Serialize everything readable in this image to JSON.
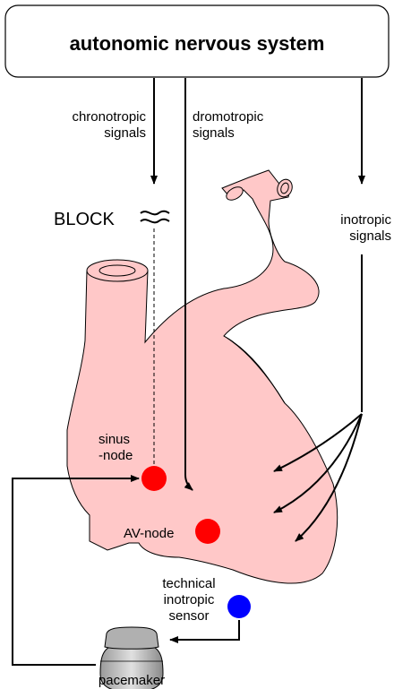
{
  "system_box": {
    "label": "autonomic nervous system"
  },
  "signals": {
    "chronotropic": [
      "chronotropic",
      "signals"
    ],
    "dromotropic": [
      "dromotropic",
      "signals"
    ],
    "inotropic": [
      "inotropic",
      "signals"
    ]
  },
  "block": {
    "label": "BLOCK"
  },
  "nodes": {
    "sinus": {
      "lines": [
        "sinus",
        "-node"
      ],
      "color": "#ff0000"
    },
    "av": {
      "label": "AV-node",
      "color": "#ff0000"
    }
  },
  "sensor": {
    "lines": [
      "technical",
      "inotropic",
      "sensor"
    ],
    "color": "#0000ff"
  },
  "pacemaker": {
    "label": "pacemaker"
  },
  "colors": {
    "heart_fill": "#ffc8c8",
    "stroke": "#000000",
    "pacemaker_fill": "#c8c8c8"
  }
}
